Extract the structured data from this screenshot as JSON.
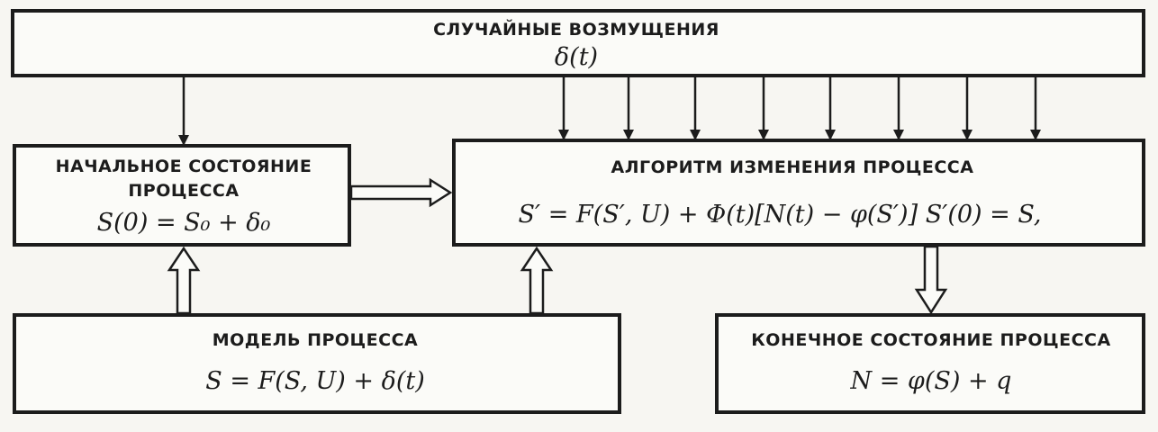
{
  "boxes": {
    "disturbances": {
      "title": "СЛУЧАЙНЫЕ ВОЗМУЩЕНИЯ",
      "formula": "δ(t)"
    },
    "initial_state": {
      "title_line1": "НАЧАЛЬНОЕ СОСТОЯНИЕ",
      "title_line2": "ПРОЦЕССА",
      "formula": "S(0) = S₀ + δ₀"
    },
    "algorithm": {
      "title": "АЛГОРИТМ  ИЗМЕНЕНИЯ ПРОЦЕССА",
      "formula": "S′ = F(S′, U) + Φ(t)[N(t) − φ(S′)]   S′(0) = S,"
    },
    "model": {
      "title": "МОДЕЛЬ ПРОЦЕССА",
      "formula": "S = F(S, U) + δ(t)"
    },
    "final_state": {
      "title": "КОНЕЧНОЕ СОСТОЯНИЕ ПРОЦЕССА",
      "formula": "N = φ(S) + q"
    }
  }
}
